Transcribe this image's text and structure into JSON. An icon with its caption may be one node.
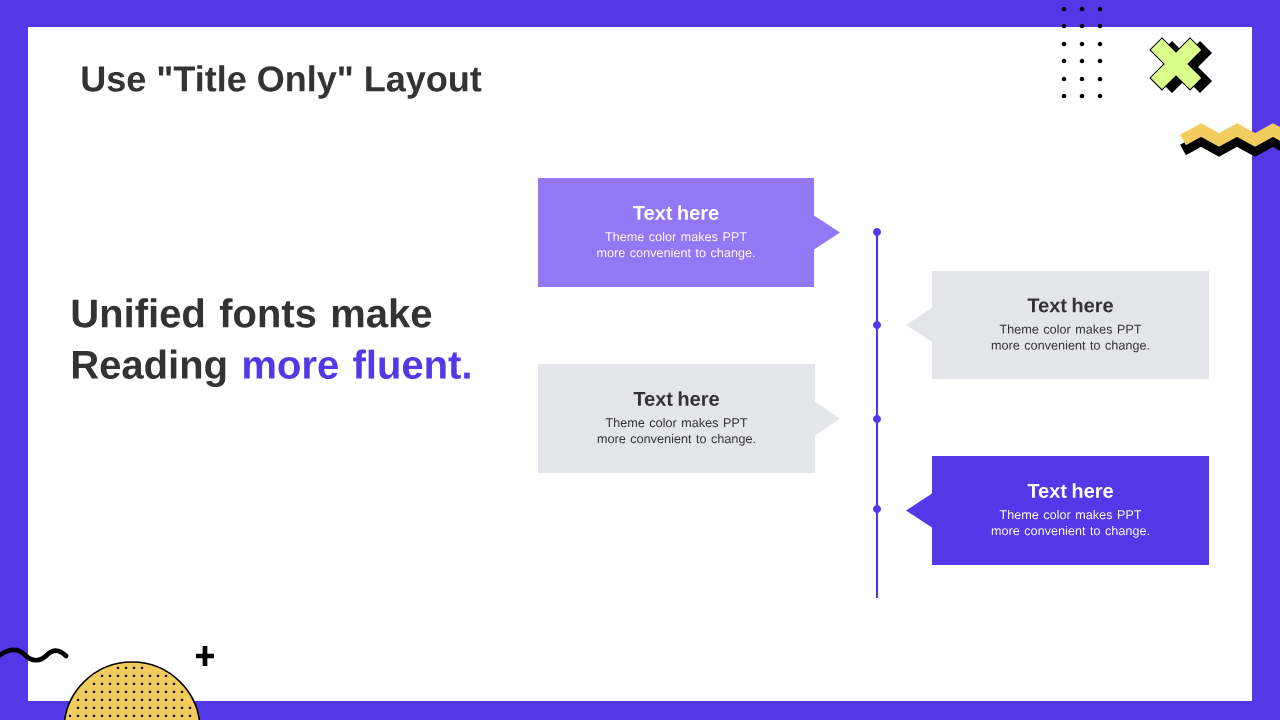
{
  "diagram": {
    "title": "Use \"Title Only\" Layout",
    "nodes": [
      {
        "text": [
          "Text here",
          "Theme color makes PPT more convenient to change."
        ]
      },
      {
        "text": [
          "Text here",
          "Theme color makes PPT more convenient to change."
        ]
      },
      {
        "text": [
          "Text here",
          "Theme color makes PPT more convenient to change."
        ]
      },
      {
        "text": [
          "Text here",
          "Theme color makes PPT more convenient to change."
        ]
      }
    ],
    "labels": [
      "Unified fonts make Reading",
      "more fluent."
    ]
  }
}
